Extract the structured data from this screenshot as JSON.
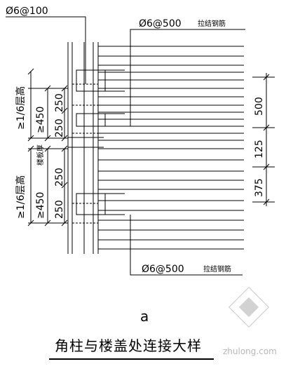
{
  "rebar_top_label": "Ø6@100",
  "tie_upper": {
    "spec": "Ø6@500",
    "desc": "拉结钢筋"
  },
  "tie_lower": {
    "spec": "Ø6@500",
    "desc": "拉结钢筋"
  },
  "left_dims": {
    "upper_height": "≥1/6层高",
    "upper_len": "≥450",
    "upper_seg1": "250",
    "upper_seg2": "250",
    "mid_note": "楼板厚",
    "lower_height": "≥1/6层高",
    "lower_len": "≥450",
    "lower_seg1": "250",
    "lower_seg2": "250"
  },
  "right_dims": {
    "d1": "500",
    "d2": "125",
    "d3": "375"
  },
  "caption": "a",
  "title": "角柱与楼盖处连接大样",
  "watermark": "zhulong.com"
}
